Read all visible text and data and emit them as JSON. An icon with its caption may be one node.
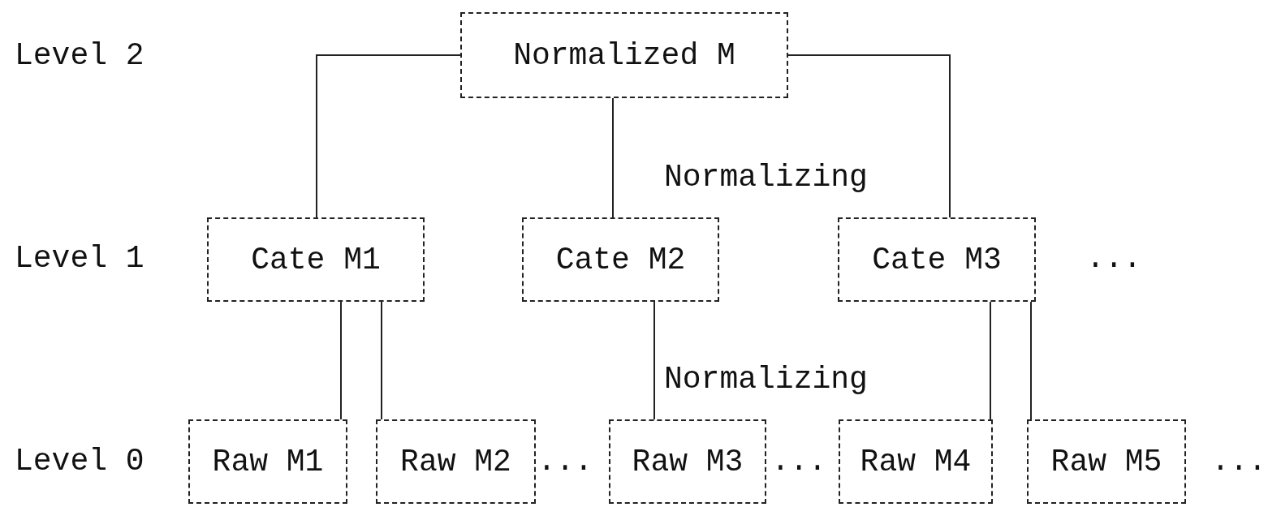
{
  "diagram": {
    "nodes": [
      {
        "text": [
          "Normalized M"
        ]
      },
      {
        "text": [
          "Cate M1"
        ]
      },
      {
        "text": [
          "Cate M2"
        ]
      },
      {
        "text": [
          "Cate M3"
        ]
      },
      {
        "text": [
          "Raw M1"
        ]
      },
      {
        "text": [
          "Raw M2"
        ]
      },
      {
        "text": [
          "Raw M3"
        ]
      },
      {
        "text": [
          "Raw M4"
        ]
      },
      {
        "text": [
          "Raw M5"
        ]
      }
    ],
    "edges": [
      {
        "from": 0,
        "to": 1,
        "arrow": "none"
      },
      {
        "from": 0,
        "to": 2,
        "arrow": "none"
      },
      {
        "from": 0,
        "to": 3,
        "arrow": "none"
      },
      {
        "from": 1,
        "to": 4,
        "arrow": "none"
      },
      {
        "from": 1,
        "to": 5,
        "arrow": "none"
      },
      {
        "from": 2,
        "to": 6,
        "arrow": "none"
      },
      {
        "from": 3,
        "to": 7,
        "arrow": "none"
      },
      {
        "from": 3,
        "to": 8,
        "arrow": "none"
      }
    ],
    "labels": [
      "Level 2",
      "Normalizing",
      "Level 1",
      "...",
      "Normalizing",
      "Level 0",
      "...",
      "...",
      "..."
    ]
  }
}
